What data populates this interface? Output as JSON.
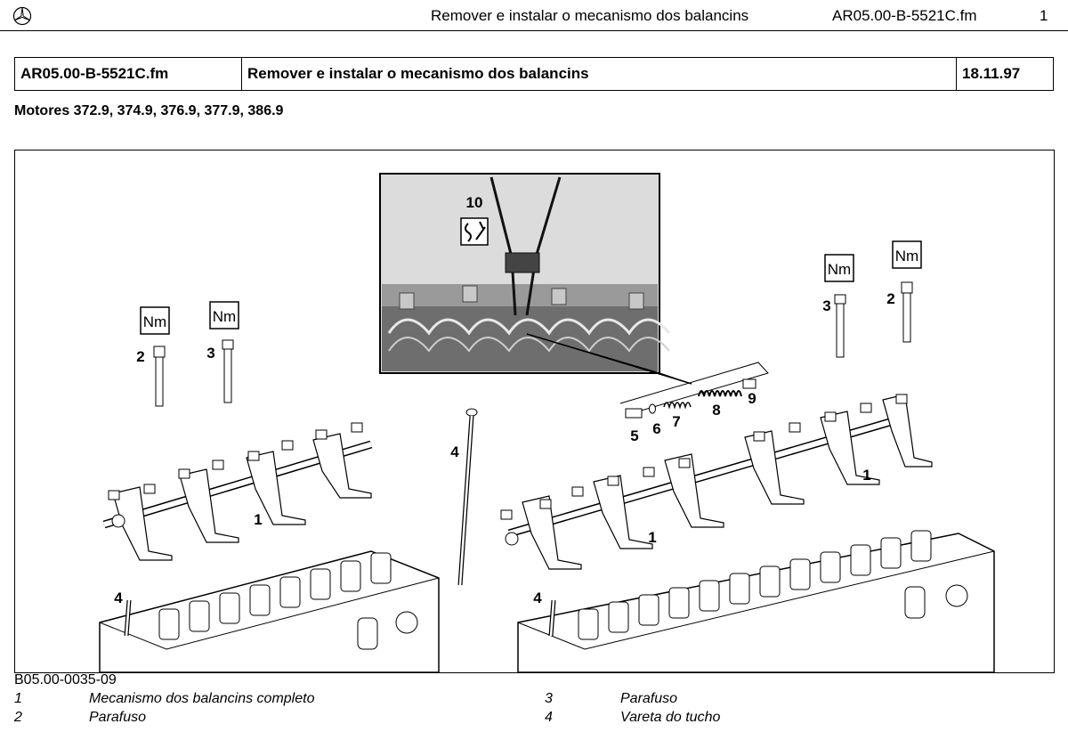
{
  "header": {
    "title": "Remover e instalar o mecanismo dos balancins",
    "file": "AR05.00-B-5521C.fm",
    "page": "1"
  },
  "meta": {
    "file": "AR05.00-B-5521C.fm",
    "title": "Remover e instalar o mecanismo dos balancins",
    "date": "18.11.97"
  },
  "subtitle": "Motores 372.9, 374.9, 376.9, 377.9, 386.9",
  "figure": {
    "code": "B05.00-0035-09",
    "callouts": {
      "n1": "1",
      "n2": "2",
      "n3": "3",
      "n4": "4",
      "n5": "5",
      "n6": "6",
      "n7": "7",
      "n8": "8",
      "n9": "9",
      "n10": "10"
    },
    "torque_symbol": "Nm"
  },
  "legend": [
    {
      "num": "1",
      "text": "Mecanismo dos balancins completo"
    },
    {
      "num": "2",
      "text": "Parafuso"
    },
    {
      "num": "3",
      "text": "Parafuso"
    },
    {
      "num": "4",
      "text": "Vareta do tucho"
    }
  ]
}
